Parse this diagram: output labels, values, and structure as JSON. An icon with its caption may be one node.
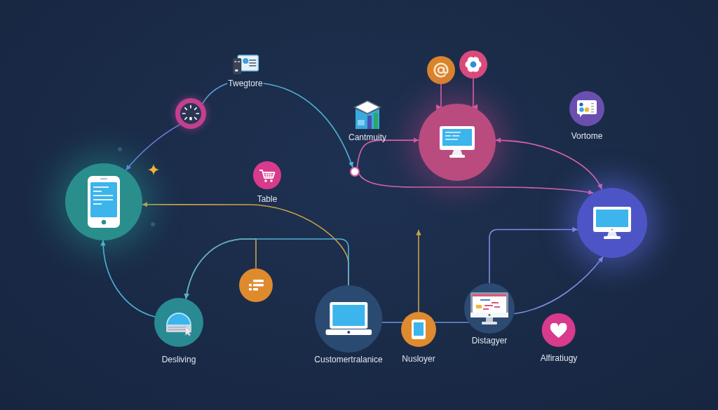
{
  "diagram": {
    "nodes": [
      {
        "text": [
          "Twegtore"
        ]
      },
      {
        "text": [],
        "shape": "circle"
      },
      {
        "text": [],
        "shape": "circle"
      },
      {
        "text": [],
        "shape": "circle"
      },
      {
        "text": [
          "Vortome"
        ]
      },
      {
        "text": [],
        "shape": "circle"
      },
      {
        "text": [],
        "shape": "circle"
      },
      {
        "text": [
          "Table"
        ]
      },
      {
        "text": [],
        "shape": "circle"
      },
      {
        "text": [],
        "shape": "circle"
      },
      {
        "text": [],
        "shape": "circle"
      },
      {
        "text": [
          "Desliving"
        ]
      },
      {
        "text": [
          "Customertralanice"
        ]
      },
      {
        "text": [
          "Nusloyer"
        ]
      },
      {
        "text": [
          "Distagyer"
        ]
      },
      {
        "text": [
          "Alfiratiugy"
        ]
      }
    ],
    "edges": [
      {
        "from": 3,
        "to": 8,
        "arrow": "to",
        "color": "#6c7ee0"
      },
      {
        "from": 3,
        "to": 0,
        "arrow": "none",
        "color": "#5aa0dc"
      },
      {
        "from": 0,
        "to": 6,
        "arrow": "to",
        "color": "#4fb2d8"
      },
      {
        "from": 1,
        "to": 5,
        "arrow": "to",
        "color": "#d862a8"
      },
      {
        "from": 2,
        "to": 5,
        "arrow": "to",
        "color": "#d862a8"
      },
      {
        "from": 6,
        "to": 5,
        "arrow": "to",
        "color": "#d862a8"
      },
      {
        "from": 6,
        "to": 9,
        "arrow": "to",
        "color": "#d862a8"
      },
      {
        "from": 5,
        "to": 9,
        "arrow": "both",
        "color": "#d862a8"
      },
      {
        "from": 12,
        "to": 8,
        "arrow": "to",
        "color": "#c9a24a"
      },
      {
        "from": 12,
        "to": 11,
        "arrow": "to",
        "color": "#4fb2d8"
      },
      {
        "from": 10,
        "to": 11,
        "arrow": "to",
        "color": "#c9a24a"
      },
      {
        "from": 11,
        "to": 8,
        "arrow": "to",
        "color": "#4fb2d8"
      },
      {
        "from": 12,
        "to": 13,
        "arrow": "none",
        "color": "#6f8fd0"
      },
      {
        "from": 13,
        "to": 14,
        "arrow": "none",
        "color": "#6f8fd0"
      },
      {
        "from": 13,
        "to": null,
        "arrow": "to",
        "color": "#c9a24a"
      },
      {
        "from": 14,
        "to": 9,
        "arrow": "to",
        "color": "#7b8fe0"
      },
      {
        "from": 14,
        "to": 9,
        "arrow": "to",
        "color": "#7b8fe0"
      }
    ],
    "labels": [
      "Cantmuity"
    ]
  }
}
